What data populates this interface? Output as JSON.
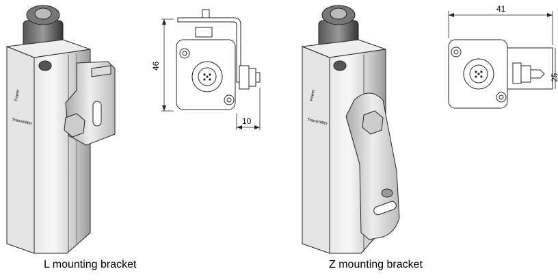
{
  "captions": {
    "l_bracket": "L mounting bracket",
    "z_bracket": "Z mounting bracket"
  },
  "housing_labels": {
    "power": "Power",
    "transmitter": "Transmitter"
  },
  "dimensions": {
    "l_height": "46",
    "l_offset": "10",
    "z_width": "41",
    "z_offset": "25"
  }
}
